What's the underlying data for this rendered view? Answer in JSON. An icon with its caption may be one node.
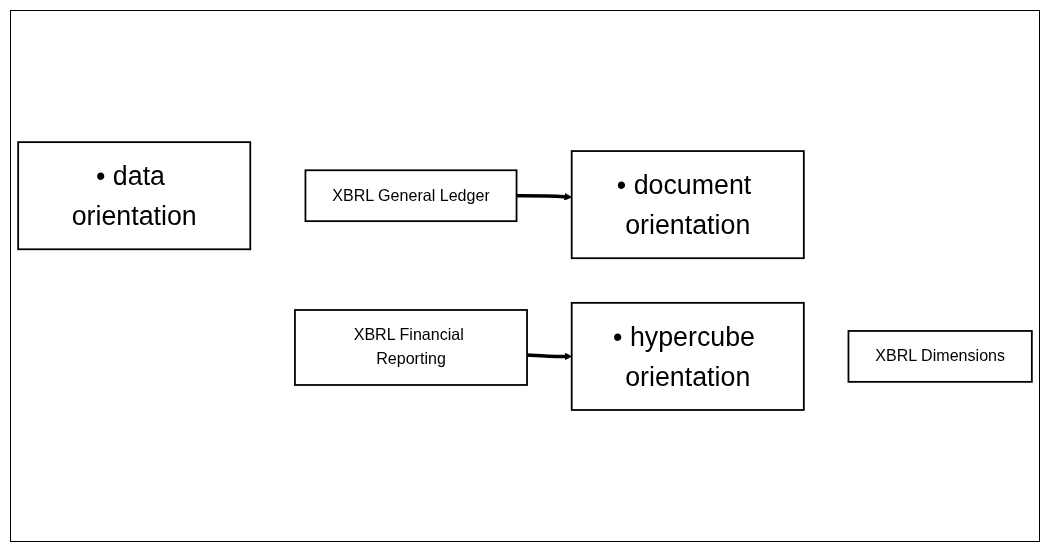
{
  "diagram": {
    "nodes": [
      {
        "text": [
          "• data orientation"
        ]
      },
      {
        "text": [
          "XBRL General Ledger"
        ]
      },
      {
        "text": [
          "XBRL Financial Reporting"
        ]
      },
      {
        "text": [
          "• document orientation"
        ]
      },
      {
        "text": [
          "• hypercube orientation"
        ]
      },
      {
        "text": [
          "XBRL Dimensions"
        ]
      }
    ],
    "edges": [
      {
        "from": 1,
        "to": 3,
        "arrow": "to"
      },
      {
        "from": 2,
        "to": 4,
        "arrow": "to"
      }
    ]
  }
}
